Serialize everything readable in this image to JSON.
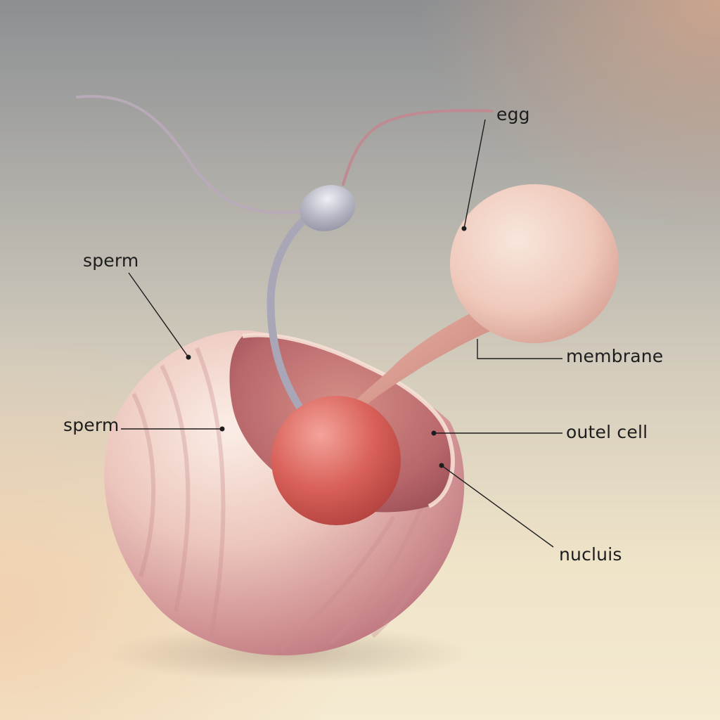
{
  "labels": {
    "egg": "egg",
    "sperm_upper": "sperm",
    "membrane": "membrane",
    "sperm_lower": "sperm",
    "outer_cell": "outel cell",
    "nucleus": "nucluis"
  },
  "colors": {
    "shell": "#ecc6bd",
    "shell_dark": "#b9717a",
    "nucleus": "#d9625a",
    "egg_sphere": "#efc9bb",
    "sperm_head": "#b9bac6",
    "leader_line": "#1d1d1d"
  }
}
